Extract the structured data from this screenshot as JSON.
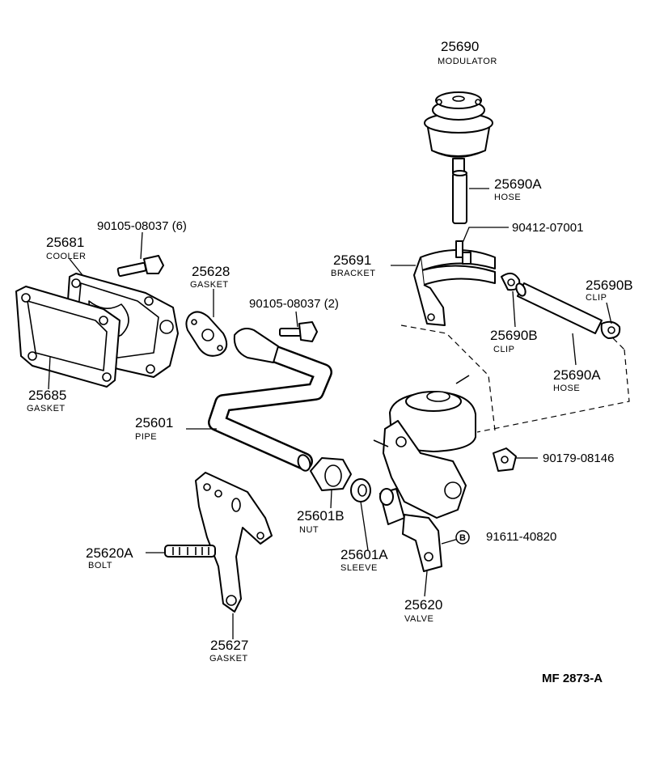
{
  "diagram": {
    "code": "MF  2873-A",
    "callouts": {
      "modulator": {
        "number": "25690",
        "name": "MODULATOR"
      },
      "hose_upper": {
        "number": "25690A",
        "name": "HOSE"
      },
      "bracket_screw": {
        "number": "90412-07001"
      },
      "bracket": {
        "number": "25691",
        "name": "BRACKET"
      },
      "clip_right": {
        "number": "25690B",
        "name": "CLIP"
      },
      "clip_mid": {
        "number": "25690B",
        "name": "CLIP"
      },
      "hose_lower": {
        "number": "25690A",
        "name": "HOSE"
      },
      "bolt_cooler": {
        "number": "90105-08037 (6)"
      },
      "cooler": {
        "number": "25681",
        "name": "COOLER"
      },
      "gasket_small": {
        "number": "25628",
        "name": "GASKET"
      },
      "bolt_pipe": {
        "number": "90105-08037 (2)"
      },
      "gasket_large": {
        "number": "25685",
        "name": "GASKET"
      },
      "pipe": {
        "number": "25601",
        "name": "PIPE"
      },
      "clamp_valve": {
        "number": "90179-08146"
      },
      "nut": {
        "number": "25601B",
        "name": "NUT"
      },
      "bolt_b": {
        "letter": "B",
        "number": "91611-40820"
      },
      "bolt_stud": {
        "number": "25620A",
        "name": "BOLT"
      },
      "sleeve": {
        "number": "25601A",
        "name": "SLEEVE"
      },
      "valve": {
        "number": "25620",
        "name": "VALVE"
      },
      "gasket_bottom": {
        "number": "25627",
        "name": "GASKET"
      }
    }
  }
}
